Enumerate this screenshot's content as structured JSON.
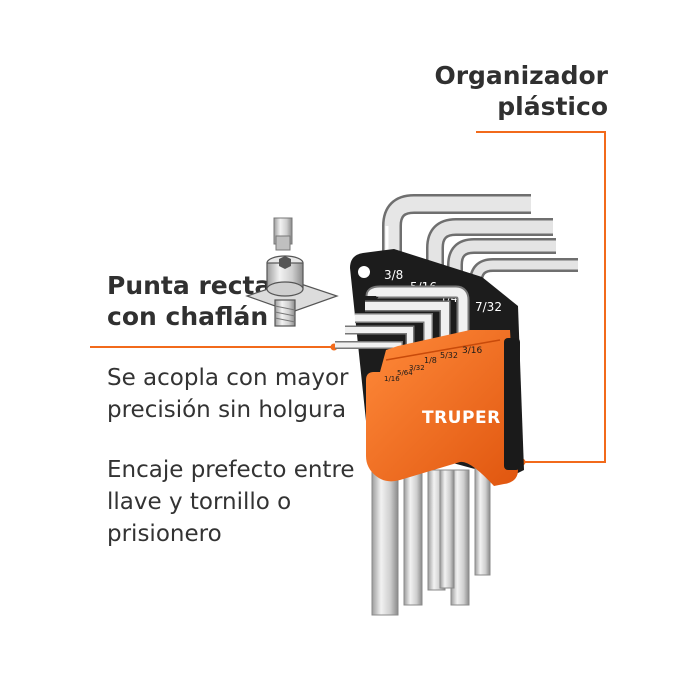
{
  "labels": {
    "organizer": [
      "Organizador",
      "plástico"
    ],
    "tip": [
      "Punta recta",
      "con chaflán"
    ]
  },
  "benefits": [
    [
      "Se acopla con mayor",
      "precisión sin holgura"
    ],
    [
      "Encaje prefecto entre",
      "llave y tornillo o",
      "prisionero"
    ]
  ],
  "brand": "TRUPER",
  "sizes_top": [
    "3/8",
    "5/16",
    "1/4",
    "7/32"
  ],
  "sizes_bottom": [
    "1/16",
    "5/64",
    "3/32",
    "1/8",
    "5/32",
    "3/16"
  ],
  "colors": {
    "accent": "#f26a1b",
    "organizer_black": "#1c1c1c",
    "steel": "#d9d9d9",
    "text": "#303030"
  }
}
